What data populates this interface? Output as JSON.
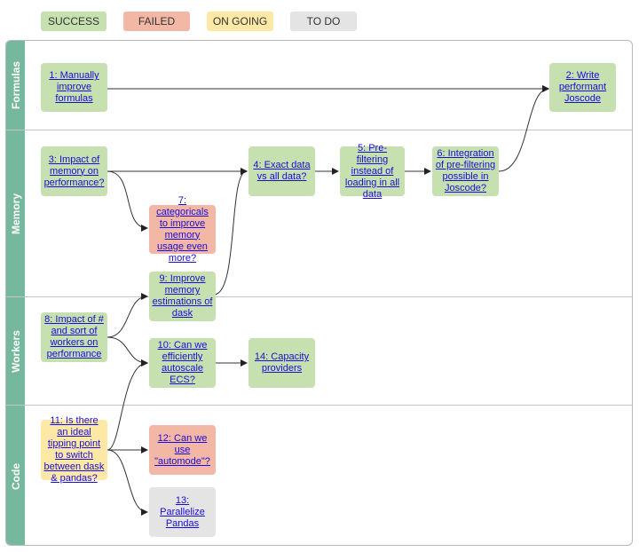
{
  "legend": {
    "success": "SUCCESS",
    "failed": "FAILED",
    "ongoing": "ON GOING",
    "todo": "TO DO"
  },
  "colors": {
    "success": "#c7e0b0",
    "failed": "#f3b7a5",
    "ongoing": "#fde8a6",
    "todo": "#e4e4e4",
    "lane_header": "#76b89d",
    "link": "#1a0dd8"
  },
  "lanes": [
    "Formulas",
    "Memory",
    "Workers",
    "Code"
  ],
  "cards": {
    "c1": {
      "text": "1: Manually improve formulas",
      "status": "success",
      "lane": "Formulas"
    },
    "c2": {
      "text": "2: Write performant Joscode",
      "status": "success",
      "lane": "Formulas"
    },
    "c3": {
      "text": "3: Impact of memory on performance?",
      "status": "success",
      "lane": "Memory"
    },
    "c4": {
      "text": "4: Exact data vs all data?",
      "status": "success",
      "lane": "Memory"
    },
    "c5": {
      "text": "5: Pre-filtering instead of loading in all data",
      "status": "success",
      "lane": "Memory"
    },
    "c6": {
      "text": "6: Integration of pre-filtering possible in Joscode?",
      "status": "success",
      "lane": "Memory"
    },
    "c7": {
      "text": "7: categoricals to improve memory usage even more?",
      "status": "failed",
      "lane": "Memory"
    },
    "c8": {
      "text": "8: Impact of # and sort of workers on performance",
      "status": "success",
      "lane": "Workers"
    },
    "c9": {
      "text": "9: Improve memory estimations of dask",
      "status": "success",
      "lane": "Workers"
    },
    "c10": {
      "text": "10: Can we efficiently autoscale ECS?",
      "status": "success",
      "lane": "Workers"
    },
    "c14": {
      "text": "14: Capacity providers",
      "status": "success",
      "lane": "Workers"
    },
    "c11": {
      "text": "11: Is there an ideal tipping point to switch between dask & pandas?",
      "status": "ongoing",
      "lane": "Code"
    },
    "c12": {
      "text": "12: Can we use \"automode\"?",
      "status": "failed",
      "lane": "Code"
    },
    "c13": {
      "text": "13: Parallelize Pandas",
      "status": "todo",
      "lane": "Code"
    }
  }
}
